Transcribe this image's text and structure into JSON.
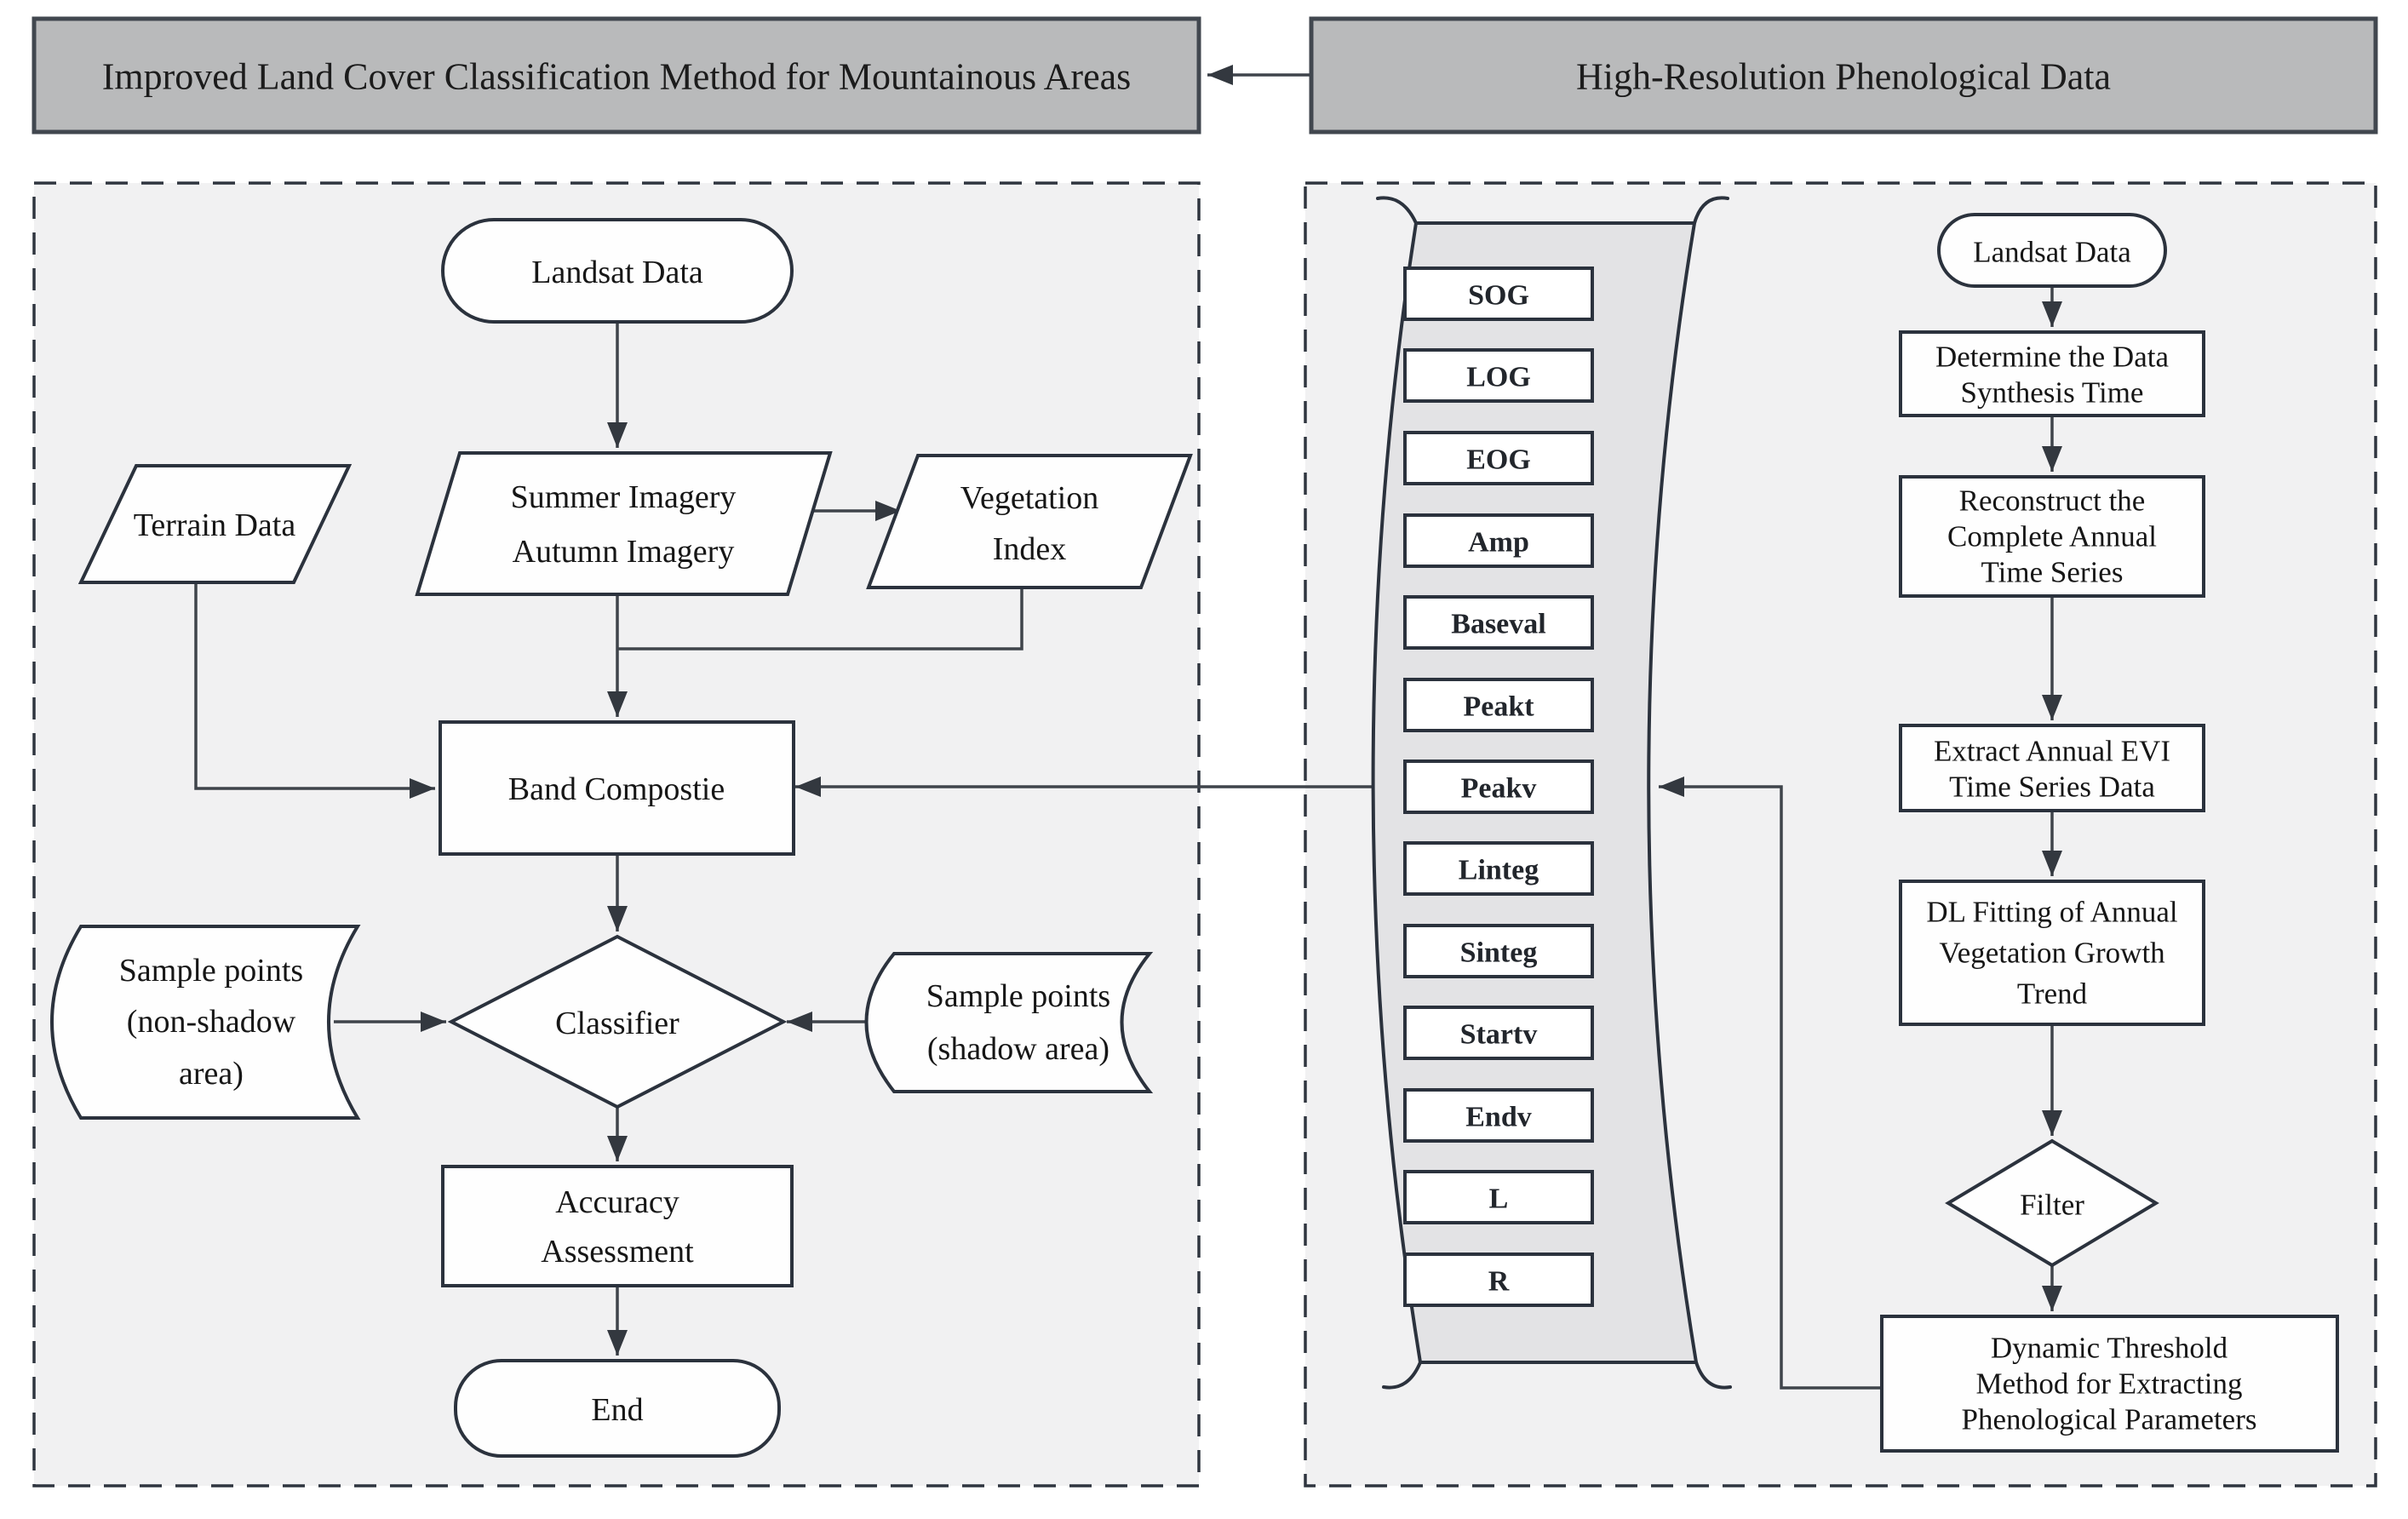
{
  "header": {
    "left_title": "Improved Land Cover Classification Method for Mountainous Areas",
    "right_title": "High-Resolution Phenological Data"
  },
  "left_panel": {
    "nodes": {
      "landsat": {
        "lines": [
          "Landsat Data"
        ]
      },
      "terrain": {
        "lines": [
          "Terrain Data"
        ]
      },
      "imagery": {
        "lines": [
          "Summer Imagery",
          "Autumn Imagery"
        ]
      },
      "vegetation": {
        "lines": [
          "Vegetation",
          "Index"
        ]
      },
      "band_composite": {
        "lines": [
          "Band Compostie"
        ]
      },
      "sample_non_shadow": {
        "lines": [
          "Sample points",
          "(non-shadow",
          "area)"
        ]
      },
      "classifier": {
        "lines": [
          "Classifier"
        ]
      },
      "sample_shadow": {
        "lines": [
          "Sample points",
          "(shadow area)"
        ]
      },
      "accuracy": {
        "lines": [
          "Accuracy",
          "Assessment"
        ]
      },
      "end": {
        "lines": [
          "End"
        ]
      }
    }
  },
  "right_panel": {
    "banner_items": [
      "SOG",
      "LOG",
      "EOG",
      "Amp",
      "Baseval",
      "Peakt",
      "Peakv",
      "Linteg",
      "Sinteg",
      "Startv",
      "Endv",
      "L",
      "R"
    ],
    "nodes": {
      "landsat": {
        "lines": [
          "Landsat Data"
        ]
      },
      "determine": {
        "lines": [
          "Determine the Data",
          "Synthesis Time"
        ]
      },
      "reconstruct": {
        "lines": [
          "Reconstruct the",
          "Complete Annual",
          "Time Series"
        ]
      },
      "extract": {
        "lines": [
          "Extract Annual EVI",
          "Time Series Data"
        ]
      },
      "dl_fitting": {
        "lines": [
          "DL Fitting of Annual",
          "Vegetation Growth",
          "Trend"
        ]
      },
      "filter": {
        "lines": [
          "Filter"
        ]
      },
      "dynamic_threshold": {
        "lines": [
          "Dynamic Threshold",
          "Method for Extracting",
          "Phenological Parameters"
        ]
      }
    }
  },
  "colors": {
    "title_fill": "#b9babb",
    "panel_fill": "#f1f1f2",
    "banner_fill": "#e3e3e5",
    "node_fill": "#fefefe",
    "stroke": "#2b323d",
    "edge": "#3f444b"
  }
}
